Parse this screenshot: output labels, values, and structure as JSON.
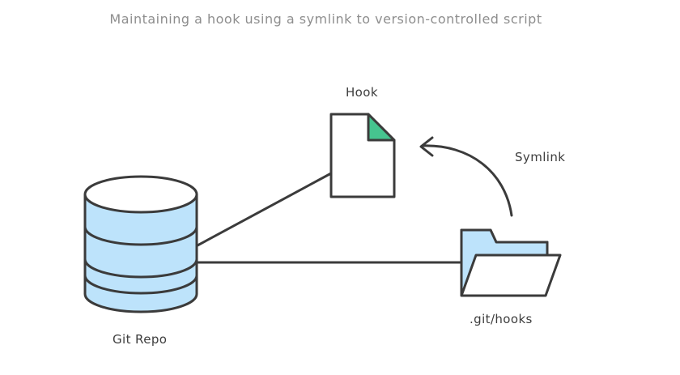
{
  "title": "Maintaining a hook using a symlink to version-controlled script",
  "nodes": {
    "hook": {
      "label": "Hook",
      "icon": "file-icon"
    },
    "repo": {
      "label": "Git Repo",
      "icon": "database-icon"
    },
    "hooks_dir": {
      "label": ".git/hooks",
      "icon": "folder-icon"
    }
  },
  "edges": {
    "symlink": {
      "label": "Symlink"
    }
  },
  "colors": {
    "stroke": "#3b3b3b",
    "fill_light_blue": "#bde3fb",
    "file_corner_green": "#46c48f",
    "background": "#ffffff",
    "title_text": "#8e8e8e"
  }
}
